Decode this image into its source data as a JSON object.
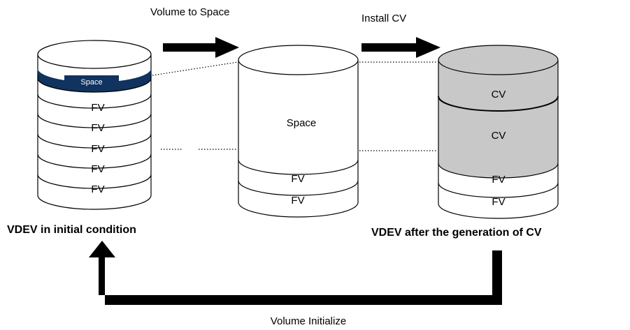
{
  "steps": {
    "volume_to_space": "Volume to Space",
    "install_cv": "Install CV",
    "volume_initialize": "Volume Initialize"
  },
  "captions": {
    "initial": "VDEV in initial condition",
    "after": "VDEV after the generation of CV"
  },
  "cylinder_initial": {
    "space_label": "Space",
    "fv_labels": [
      "FV",
      "FV",
      "FV",
      "FV",
      "FV"
    ]
  },
  "cylinder_middle": {
    "space_label": "Space",
    "fv_labels": [
      "FV",
      "FV"
    ]
  },
  "cylinder_after": {
    "cv_labels": [
      "CV",
      "CV"
    ],
    "fv_labels": [
      "FV",
      "FV"
    ]
  },
  "colors": {
    "space_band": "#10335f",
    "cv_fill": "#c8c8c8",
    "arrow": "#000000"
  }
}
